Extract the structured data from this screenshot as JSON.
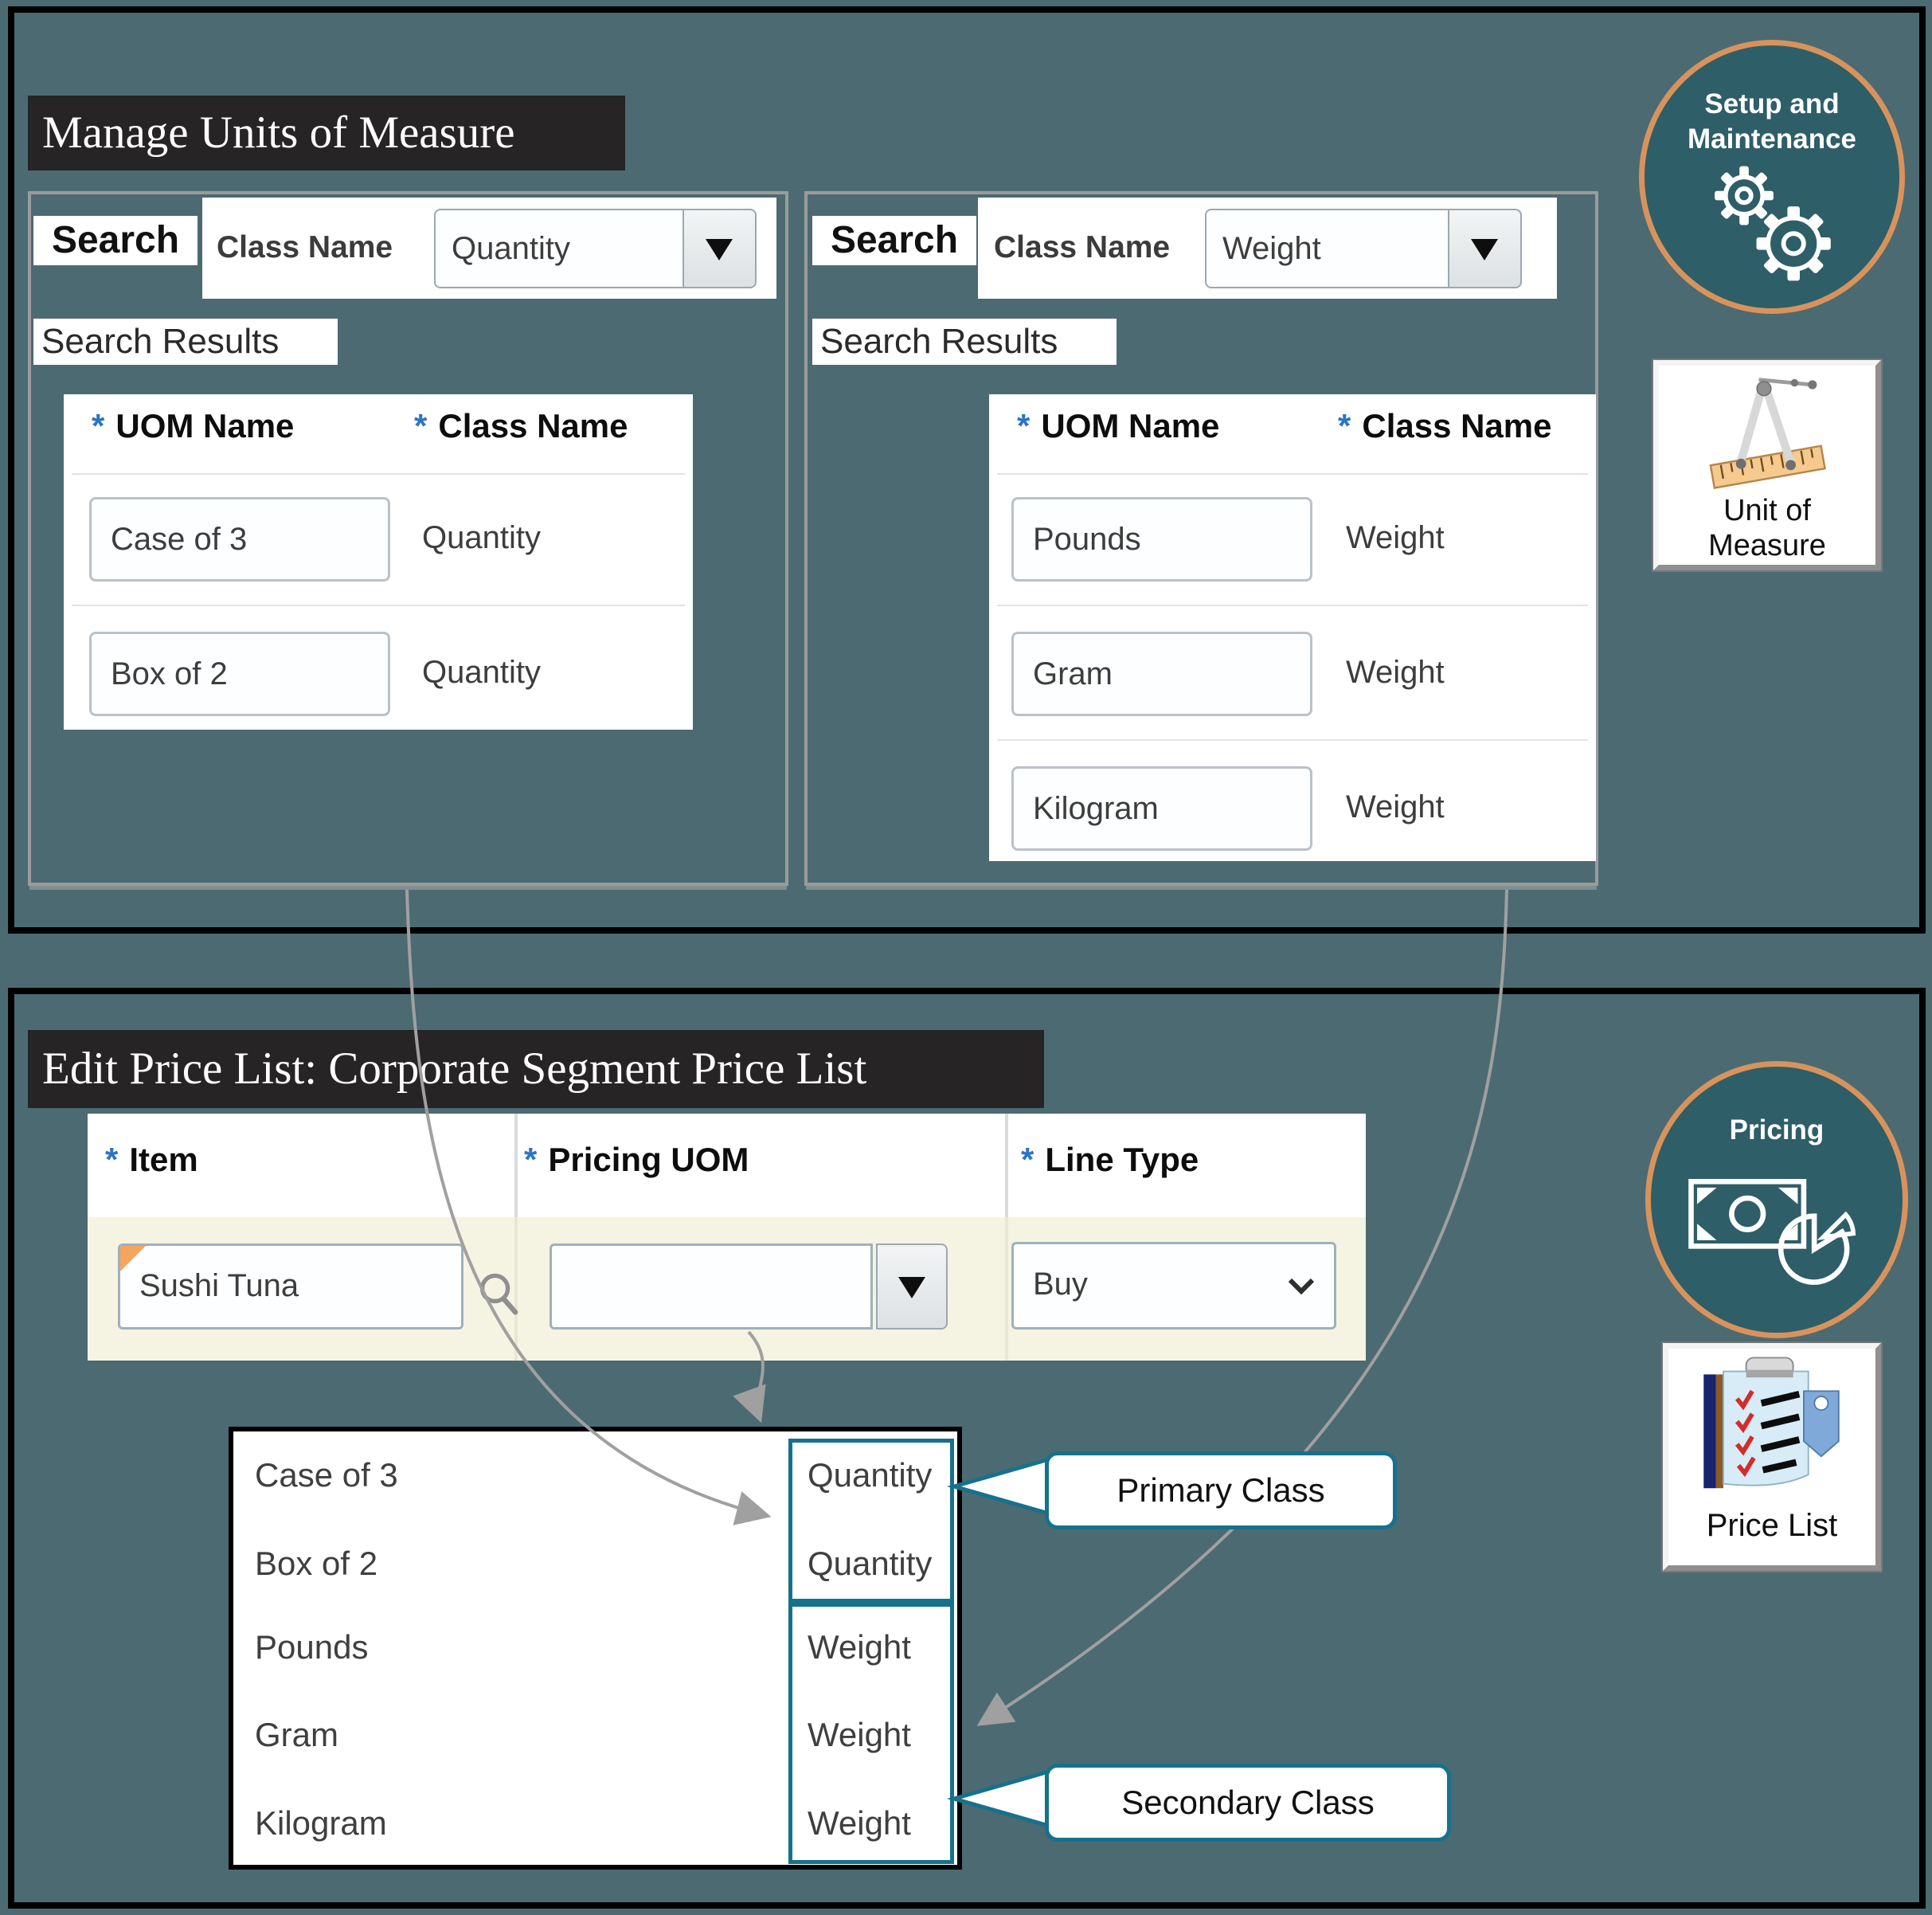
{
  "ui": {
    "required_marker": "*"
  },
  "colors": {
    "background": "#4c6a72",
    "frame": "#000000",
    "title_bar_bg": "#262424",
    "panel_border": "#9b9b9b",
    "accent_teal": "#16718c",
    "badge_fill": "#2e5e68",
    "badge_border": "#d8935c",
    "asterisk_blue": "#2b74c4",
    "connector_gray": "#a0a0a0",
    "row_cream": "#f5f4e2",
    "corner_orange": "#f5a55f"
  },
  "top_section": {
    "title": "Manage Units of Measure",
    "quantity_panel": {
      "search_label": "Search",
      "class_name_label": "Class Name",
      "class_name_value": "Quantity",
      "results_label": "Search Results",
      "col_uom": "UOM Name",
      "col_class": "Class Name",
      "rows": [
        {
          "uom": "Case of 3",
          "cls": "Quantity"
        },
        {
          "uom": "Box of 2",
          "cls": "Quantity"
        }
      ]
    },
    "weight_panel": {
      "search_label": "Search",
      "class_name_label": "Class Name",
      "class_name_value": "Weight",
      "results_label": "Search Results",
      "col_uom": "UOM Name",
      "col_class": "Class Name",
      "rows": [
        {
          "uom": "Pounds",
          "cls": "Weight"
        },
        {
          "uom": "Gram",
          "cls": "Weight"
        },
        {
          "uom": "Kilogram",
          "cls": "Weight"
        }
      ]
    },
    "setup_badge": {
      "line1": "Setup and",
      "line2": "Maintenance",
      "icon": "gears-icon"
    },
    "uom_tile": {
      "line1": "Unit of",
      "line2": "Measure",
      "icon": "caliper-ruler-icon"
    }
  },
  "bottom_section": {
    "title": "Edit Price List: Corporate Segment Price List",
    "price_table": {
      "col_item": "Item",
      "col_pricing_uom": "Pricing UOM",
      "col_line_type": "Line Type",
      "item_value": "Sushi Tuna",
      "pricing_uom_value": "",
      "line_type_value": "Buy"
    },
    "uom_dropdown_list": {
      "rows": [
        {
          "name": "Case of 3",
          "cls": "Quantity"
        },
        {
          "name": "Box of 2",
          "cls": "Quantity"
        },
        {
          "name": "Pounds",
          "cls": "Weight"
        },
        {
          "name": "Gram",
          "cls": "Weight"
        },
        {
          "name": "Kilogram",
          "cls": "Weight"
        }
      ]
    },
    "callouts": {
      "primary": "Primary Class",
      "secondary": "Secondary Class"
    },
    "pricing_badge": {
      "line1": "Pricing",
      "icon": "money-pie-icon"
    },
    "price_list_tile": {
      "line1": "Price List",
      "icon": "checklist-tag-icon"
    }
  }
}
